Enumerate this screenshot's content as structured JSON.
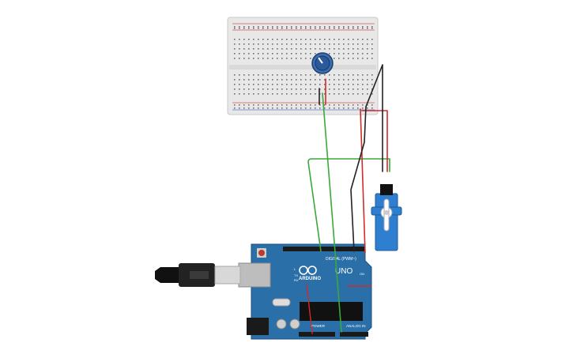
{
  "arduino": {
    "logo_text": "ARDUINO",
    "model": "UNO",
    "digital_header_label": "DIGITAL (PWM~)",
    "power_label": "POWER",
    "analog_label": "ANALOG IN",
    "tx_label": "TX",
    "rx_label": "RX",
    "l_label": "L",
    "on_label": "ON"
  },
  "colors": {
    "board": "#2a6fa8",
    "breadboard": "#e8e8e8",
    "wire_green": "#3aa93a",
    "wire_red": "#d42a2a",
    "wire_black": "#222222",
    "servo": "#2f7fd0",
    "pot_knob": "#2f6fb4"
  },
  "icons": {
    "usb_cable": "usb-cable-icon",
    "dc_jack": "dc-power-jack-icon",
    "potentiometer": "potentiometer-knob-icon",
    "servo": "servo-motor-icon",
    "reset": "reset-button-icon"
  }
}
